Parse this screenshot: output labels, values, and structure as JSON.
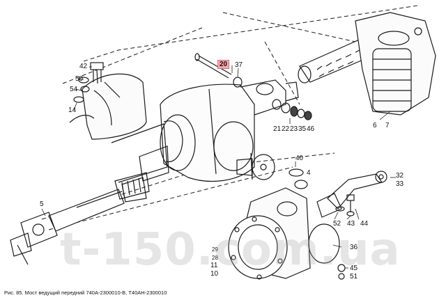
{
  "callouts": {
    "c42": "42",
    "c50": "50",
    "c54": "54",
    "c14": "14",
    "c20": "20",
    "c37": "37",
    "c21": "21",
    "c22": "22",
    "c23": "23",
    "c35": "35",
    "c46": "46",
    "c6": "6",
    "c7": "7",
    "c40": "40",
    "c4": "4",
    "c32": "32",
    "c33": "33",
    "c5": "5",
    "c52": "52",
    "c43": "43",
    "c44": "44",
    "c29": "29",
    "c28": "28",
    "c11": "11",
    "c10": "10",
    "c36": "36",
    "c45": "45",
    "c51": "51"
  },
  "highlight": {
    "part": "20",
    "color": "#f6a8ad"
  },
  "caption": "Рис. 85. Мост ведущий передний 740А-2300010-В, Т40АН-2300010",
  "watermark": "t-150.com.ua"
}
